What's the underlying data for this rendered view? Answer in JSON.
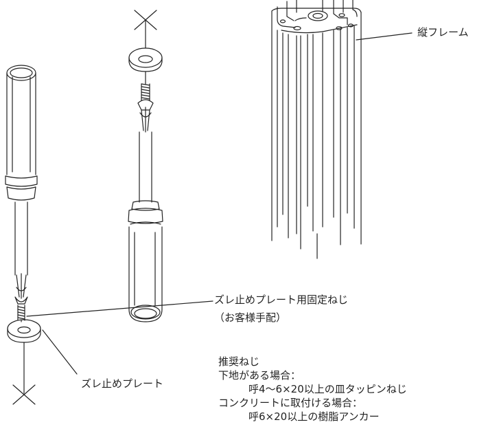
{
  "labels": {
    "frame": "縦フレーム",
    "screw": "ズレ止めプレート用固定ねじ",
    "customer_supplied": "（お客様手配）",
    "plate": "ズレ止めプレート"
  },
  "recommendation": {
    "title": "推奨ねじ",
    "lines": [
      "下地がある場合：",
      "呼4～6×20以上の皿タッピンねじ",
      "コンクリートに取付ける場合：",
      "呼6×20以上の樹脂アンカー"
    ]
  },
  "colors": {
    "line": "#222222",
    "background": "#ffffff"
  }
}
